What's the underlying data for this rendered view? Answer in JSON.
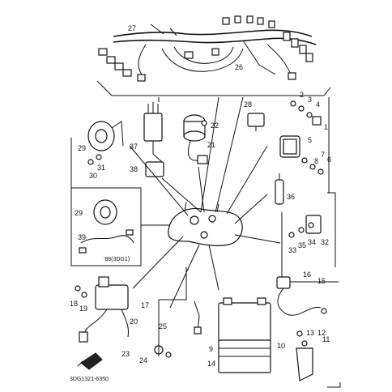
{
  "diagram": {
    "part_labels": {
      "p1": "1",
      "p2": "2",
      "p3": "3",
      "p4": "4",
      "p5": "5",
      "p6": "6",
      "p7": "7",
      "p8": "8",
      "p9": "9",
      "p10": "10",
      "p11": "11",
      "p12": "12",
      "p13": "13",
      "p14": "14",
      "p15": "15",
      "p16": "16",
      "p17": "17",
      "p18": "18",
      "p19": "19",
      "p20": "20",
      "p21": "21",
      "p22": "22",
      "p23": "23",
      "p24": "24",
      "p25": "25",
      "p26": "26",
      "p27": "27",
      "p28": "28",
      "p29a": "29",
      "p29b": "29",
      "p30": "30",
      "p31": "31",
      "p32": "32",
      "p33": "33",
      "p34": "34",
      "p35": "35",
      "p36": "36",
      "p37": "37",
      "p38": "38",
      "p39": "39"
    },
    "inset_note": "'88(3DG1)",
    "diagram_code": "3DG1321-6350"
  }
}
